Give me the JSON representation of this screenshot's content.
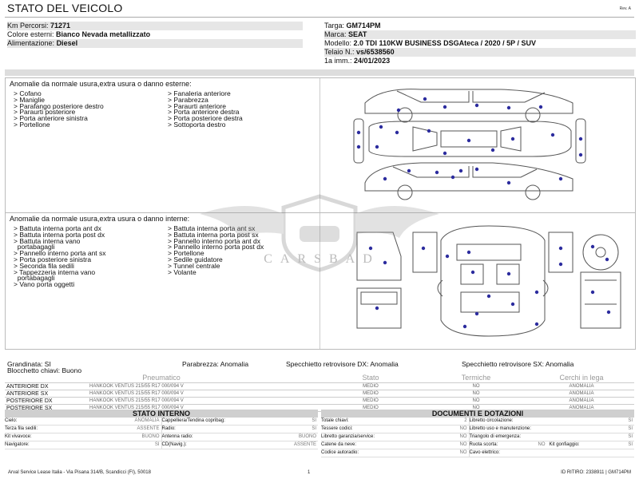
{
  "header": {
    "title": "STATO DEL VEICOLO",
    "rev": "Rev. A"
  },
  "info_left": [
    {
      "label": "Km Percorsi:",
      "value": "71271"
    },
    {
      "label": "Colore esterni:",
      "value": "Bianco Nevada metallizzato"
    },
    {
      "label": "Alimentazione:",
      "value": "Diesel"
    }
  ],
  "info_right": [
    {
      "label": "Targa:",
      "value": "GM714PM"
    },
    {
      "label": "Marca:",
      "value": "SEAT"
    },
    {
      "label": "Modello:",
      "value": "2.0 TDI 110KW BUSINESS DSGAteca / 2020 / 5P / SUV"
    },
    {
      "label": "Telaio N.:",
      "value": "vs/6538560"
    },
    {
      "label": "1a imm.:",
      "value": "24/01/2023"
    }
  ],
  "exterior": {
    "title": "Anomalie da normale usura,extra usura o danno esterne:",
    "col1": "> Cofano\n> Maniglie\n> Parafango posteriore destro\n> Paraurti posteriore\n> Porta anteriore sinistra\n> Portellone",
    "col2": "> Fanaleria anteriore\n> Parabrezza\n> Paraurti anteriore\n> Porta anteriore destra\n> Porta posteriore destra\n> Sottoporta destro"
  },
  "interior": {
    "title": "Anomalie da normale usura,extra usura o danno interne:",
    "col1": "> Battuta interna porta ant dx\n> Battuta interna porta post dx\n> Battuta interna vano\n  portabagagli\n> Pannello interno porta ant sx\n> Porta posteriore sinistra\n> Seconda fila sedili\n> Tappezzeria interna vano\n  portabagagli\n> Vano porta oggetti",
    "col2": "> Battuta interna porta ant sx\n> Battuta interna porta post sx\n> Pannello interno porta ant dx\n> Pannello interno porta post dx\n> Portellone\n> Sedile guidatore\n> Tunnel centrale\n> Volante"
  },
  "watermark": "CARSBAD",
  "summary": {
    "grandinata": "Grandinata: SI",
    "parabrezza": "Parabrezza: Anomalia",
    "specchietto_dx": "Specchietto retrovisore DX: Anomalia",
    "specchietto_sx": "Specchietto retrovisore SX: Anomalia",
    "blocchetto": "Blocchetto chiavi: Buono"
  },
  "tyres": {
    "headers": [
      "Pneumatico",
      "Stato",
      "Termiche",
      "Cerchi in lega"
    ],
    "rows": [
      {
        "pos": "ANTERIORE DX",
        "tyre": "HANKOOK VENTUS 215/55 R17 000/094 V",
        "stato": "MEDIO",
        "termiche": "NO",
        "cerchi": "ANOMALIA"
      },
      {
        "pos": "ANTERIORE SX",
        "tyre": "HANKOOK VENTUS 215/55 R17 000/094 V",
        "stato": "MEDIO",
        "termiche": "NO",
        "cerchi": "ANOMALIA"
      },
      {
        "pos": "POSTERIORE DX",
        "tyre": "HANKOOK VENTUS 215/55 R17 000/094 V",
        "stato": "MEDIO",
        "termiche": "NO",
        "cerchi": "ANOMALIA"
      },
      {
        "pos": "POSTERIORE SX",
        "tyre": "HANKOOK VENTUS 215/55 R17 000/094 V",
        "stato": "MEDIO",
        "termiche": "NO",
        "cerchi": "ANOMALIA"
      }
    ]
  },
  "stato_interno": {
    "title": "STATO INTERNO",
    "left": [
      {
        "k": "Cielo:",
        "v": "ANOMALIA"
      },
      {
        "k": "Terza fila sedili:",
        "v": "ASSENTE"
      },
      {
        "k": "Kit vivavoce:",
        "v": "BUONO"
      },
      {
        "k": "Navigatore:",
        "v": "SI"
      }
    ],
    "right": [
      {
        "k": "Cappelliera/Tendina copribag:",
        "v": "SI"
      },
      {
        "k": "Radio:",
        "v": "SI"
      },
      {
        "k": "Antenna radio:",
        "v": "BUONO"
      },
      {
        "k": "CD(Navig.):",
        "v": "ASSENTE"
      }
    ]
  },
  "documenti": {
    "title": "DOCUMENTI E DOTAZIONI",
    "left": [
      {
        "k": "Totale chiavi:",
        "v": "2"
      },
      {
        "k": "Tessere codici:",
        "v": "NO"
      },
      {
        "k": "Libretto garanzia/service:",
        "v": "NO"
      },
      {
        "k": "Catene da neve:",
        "v": "NO"
      },
      {
        "k": "Codice autoradio:",
        "v": "NO"
      }
    ],
    "right": [
      {
        "k": "Libretto circolazione:",
        "v": "SI"
      },
      {
        "k": "Libretto uso e manutenzione:",
        "v": "SI"
      },
      {
        "k": "Triangolo di emergenza:",
        "v": "SI"
      },
      {
        "k": "Ruota scorta:",
        "v": "NO"
      },
      {
        "k": "Cavo elettrico:",
        "v": ""
      }
    ],
    "kit": {
      "k": "Kit gonfiaggio:",
      "v": "SI"
    }
  },
  "footer": {
    "address": "Arval Service Lease Italia - Via Pisana 314/B, Scandicci (FI), 50018",
    "page": "1",
    "ritiro": "ID RITIRO: 2338911 | GM714PM"
  }
}
